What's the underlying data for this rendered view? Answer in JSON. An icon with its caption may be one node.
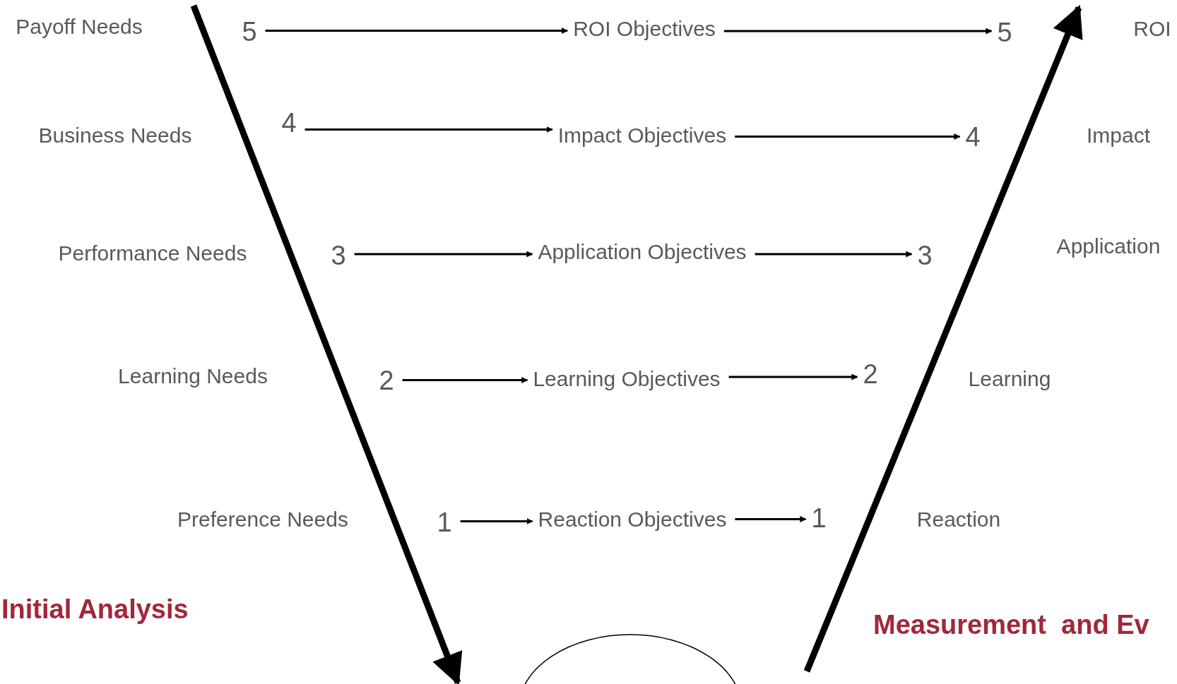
{
  "diagram": {
    "nodes": [
      {
        "text": [
          "Payoff Needs"
        ]
      },
      {
        "text": [
          "5"
        ]
      },
      {
        "text": [
          "ROI Objectives"
        ]
      },
      {
        "text": [
          "5"
        ]
      },
      {
        "text": [
          "ROI"
        ]
      },
      {
        "text": [
          "Business Needs"
        ]
      },
      {
        "text": [
          "4"
        ]
      },
      {
        "text": [
          "Impact Objectives"
        ]
      },
      {
        "text": [
          "4"
        ]
      },
      {
        "text": [
          "Impact"
        ]
      },
      {
        "text": [
          "Performance Needs"
        ]
      },
      {
        "text": [
          "3"
        ]
      },
      {
        "text": [
          "Application Objectives"
        ]
      },
      {
        "text": [
          "3"
        ]
      },
      {
        "text": [
          "Application"
        ]
      },
      {
        "text": [
          "Learning Needs"
        ]
      },
      {
        "text": [
          "2"
        ]
      },
      {
        "text": [
          "Learning Objectives"
        ]
      },
      {
        "text": [
          "2"
        ]
      },
      {
        "text": [
          "Learning"
        ]
      },
      {
        "text": [
          "Preference Needs"
        ]
      },
      {
        "text": [
          "1"
        ]
      },
      {
        "text": [
          "Reaction Objectives"
        ]
      },
      {
        "text": [
          "1"
        ]
      },
      {
        "text": [
          "Reaction"
        ]
      },
      {
        "text": [],
        "shape": "ellipse"
      }
    ],
    "edges": [
      {
        "from": 1,
        "to": 2,
        "arrow": "to"
      },
      {
        "from": 2,
        "to": 3,
        "arrow": "to"
      },
      {
        "from": 6,
        "to": 7,
        "arrow": "to"
      },
      {
        "from": 7,
        "to": 8,
        "arrow": "to"
      },
      {
        "from": 11,
        "to": 12,
        "arrow": "to"
      },
      {
        "from": 12,
        "to": 13,
        "arrow": "to"
      },
      {
        "from": 16,
        "to": 17,
        "arrow": "to"
      },
      {
        "from": 17,
        "to": 18,
        "arrow": "to"
      },
      {
        "from": 21,
        "to": 22,
        "arrow": "to"
      },
      {
        "from": 22,
        "to": 23,
        "arrow": "to"
      }
    ],
    "labels": [
      "Initial Analysis",
      "Measurement  and Ev"
    ]
  }
}
